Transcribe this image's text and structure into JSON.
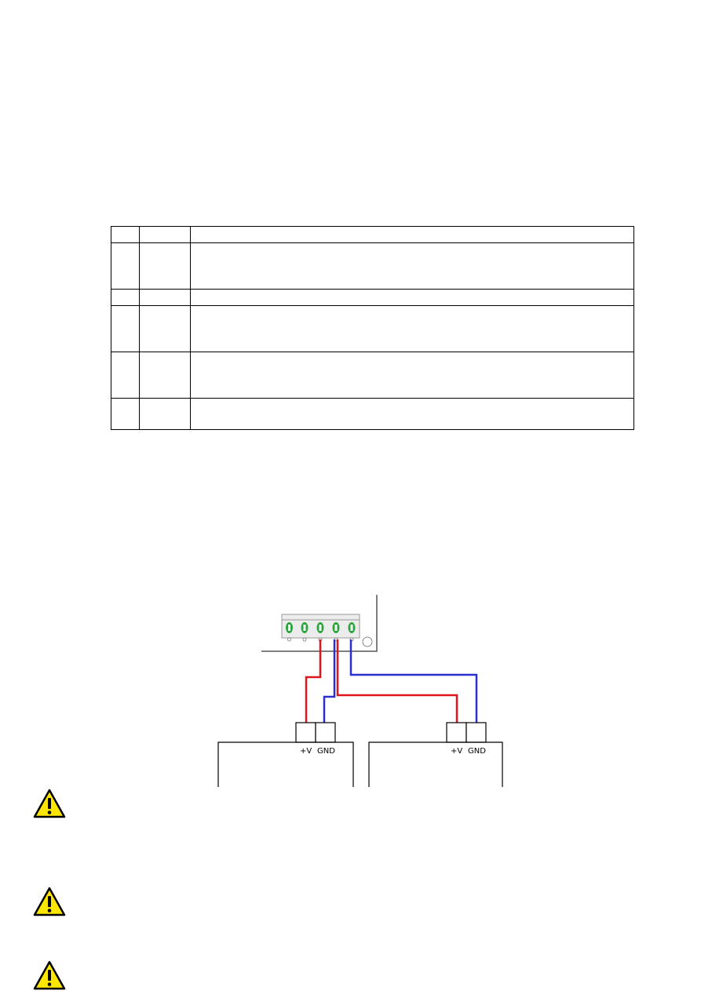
{
  "diagram": {
    "terminals": [
      {
        "label": "+V"
      },
      {
        "label": "GND"
      },
      {
        "label": "+V"
      },
      {
        "label": "GND"
      }
    ],
    "colors": {
      "wire_positive": "#e0141e",
      "wire_ground": "#2a2fd0",
      "terminal_green": "#2aa53a",
      "connector_fill": "#ececec"
    }
  },
  "warnings": [
    {
      "icon": "warning-triangle-icon"
    },
    {
      "icon": "warning-triangle-icon"
    },
    {
      "icon": "warning-triangle-icon"
    }
  ],
  "colors": {
    "warning_yellow": "#ffe600",
    "warning_outline": "#000000"
  }
}
